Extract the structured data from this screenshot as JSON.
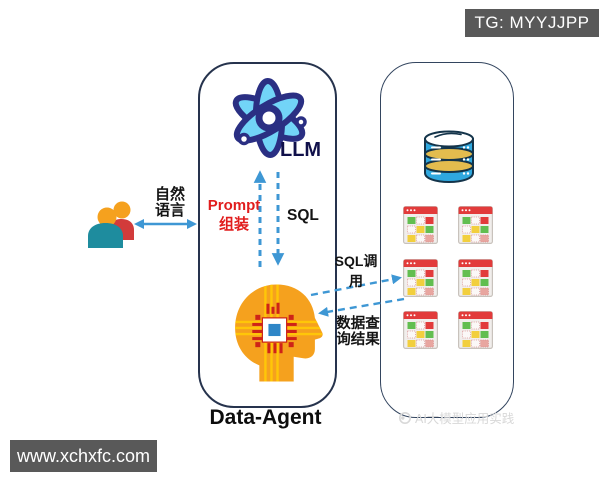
{
  "badges": {
    "tg": "TG: MYYJJPP",
    "website": "www.xchxfc.com"
  },
  "left_group": {
    "users_icon": "two-users-icon",
    "natural_language_lines": [
      "自然",
      "语言"
    ]
  },
  "agent_panel": {
    "llm_icon": "atom-icon",
    "llm_label": "LLM",
    "prompt_lines": [
      "Prompt",
      "组装"
    ],
    "sql_label": "SQL",
    "agent_icon": "ai-head-chip-icon",
    "title": "Data-Agent"
  },
  "data_panel": {
    "database_icon": "database-cylinder-icon",
    "table_icon": "spreadsheet-table-icon",
    "table_count": 6,
    "watermark": "AI大模型应用实践",
    "watermark_icon": "watermark-logo-icon"
  },
  "flow_labels": {
    "sql_call": "SQL调用",
    "query_result_lines": [
      "数据查",
      "询结果"
    ]
  },
  "colors": {
    "arrow_blue": "#3E97D4",
    "prompt_red": "#E11D1D",
    "badge_bg": "#595959",
    "badge_text": "#FFFFFF",
    "panel_border": "#26334D",
    "atom_navy": "#2A2F83",
    "atom_blue": "#72D4F7",
    "head_orange": "#F5A11E",
    "circuit_red": "#CE2318",
    "chip_blue": "#2F86C7",
    "trace_yellow": "#FFC608",
    "db_blue": "#2FA8DF",
    "db_yellow": "#E3BC4E",
    "table_red": "#E23B3B",
    "cell_green": "#62BE50",
    "cell_yellow": "#F2CF3E",
    "user_teal": "#1E8C9E",
    "user_red": "#D23B3B"
  }
}
